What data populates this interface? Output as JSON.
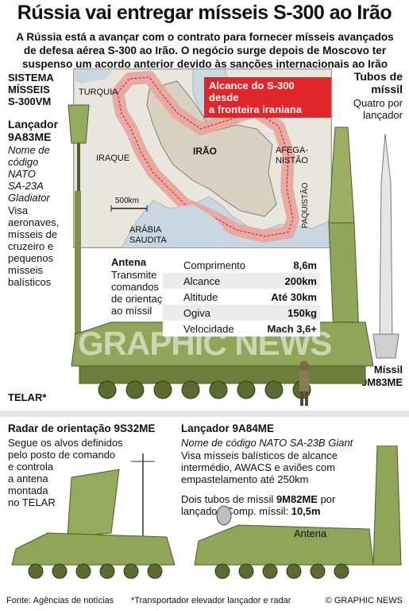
{
  "title": "Rússia vai entregar mísseis S-300 ao Irão",
  "intro": [
    "A Rússia está a avançar com o contrato para fornecer mísseis avançados",
    "de defesa aérea S-300 ao Irão. O negócio surge depois de Moscovo ter",
    "suspenso um acordo anterior devido às sanções internacionais ao Irão"
  ],
  "system_label": [
    "SISTEMA",
    "MÍSSEIS",
    "S-300VM"
  ],
  "launcher_a": {
    "title": [
      "Lançador",
      "9A83ME"
    ],
    "nato": [
      "Nome de",
      "código",
      "NATO",
      "SA-23A",
      "Gladiator"
    ],
    "desc": [
      "Visa",
      "aeronaves,",
      "mísseis de",
      "cruzeiro e",
      "pequenos",
      "mísseis",
      "balísticos"
    ]
  },
  "antenna": {
    "title": "Antena",
    "desc": [
      "Transmite",
      "comandos",
      "de orientação",
      "ao míssil"
    ]
  },
  "map": {
    "callout": [
      "Alcance do S-300 desde",
      "a fronteira iraniana"
    ],
    "labels": {
      "turkey": "TURQUIA",
      "iraq": "IRAQUE",
      "iran": "IRÃO",
      "afghanistan": [
        "AFEGA-",
        "NISTÃO"
      ],
      "pakistan": "PAQUISTÃO",
      "saudi": [
        "ARÁBIA",
        "SAUDITA"
      ]
    },
    "scale": "500km"
  },
  "specs": [
    {
      "label": "Comprimento",
      "value": "8,6m"
    },
    {
      "label": "Alcance",
      "value": "200km"
    },
    {
      "label": "Altitude",
      "value": "Até 30km"
    },
    {
      "label": "Ogiva",
      "value": "150kg"
    },
    {
      "label": "Velocidade",
      "value": "Mach 3,6+"
    }
  ],
  "tubes": {
    "title": [
      "Tubos de",
      "míssil"
    ],
    "desc": [
      "Quatro por",
      "lançador"
    ]
  },
  "missile": [
    "Míssil",
    "9M83ME"
  ],
  "telar": "TELAR*",
  "radar": {
    "title": "Radar de orientação 9S32ME",
    "desc": [
      "Segue os alvos definidos",
      "pelo posto de comando",
      "e controla",
      "a antena",
      "montada",
      "no TELAR"
    ]
  },
  "launcher_b": {
    "title": "Lançador 9A84ME",
    "nato": "Nome de código NATO SA-23B Giant",
    "desc": [
      "Visa mísseis balísticos de alcance",
      "intermédio, AWACS e aviões com",
      "empastelamento até 250km"
    ],
    "tubes_line1_pre": "Dois tubos de míssil ",
    "tubes_line1_bold": "9M82ME",
    "tubes_line1_post": " por",
    "tubes_line2_pre": "lançador. Comp. míssil: ",
    "tubes_line2_bold": "10,5m"
  },
  "antenna_b": "Antena",
  "watermark": "GRAPHIC NEWS",
  "footer": {
    "source": "Fonte: Agências de notícias",
    "note": "*Transportador elevador lançador e radar",
    "credit": "© GRAPHIC NEWS"
  },
  "colors": {
    "vehicle_green": "#8fa558",
    "vehicle_dark": "#4d5e2b",
    "range_band": "#e8a8a0",
    "callout_red": "#e0262a"
  }
}
